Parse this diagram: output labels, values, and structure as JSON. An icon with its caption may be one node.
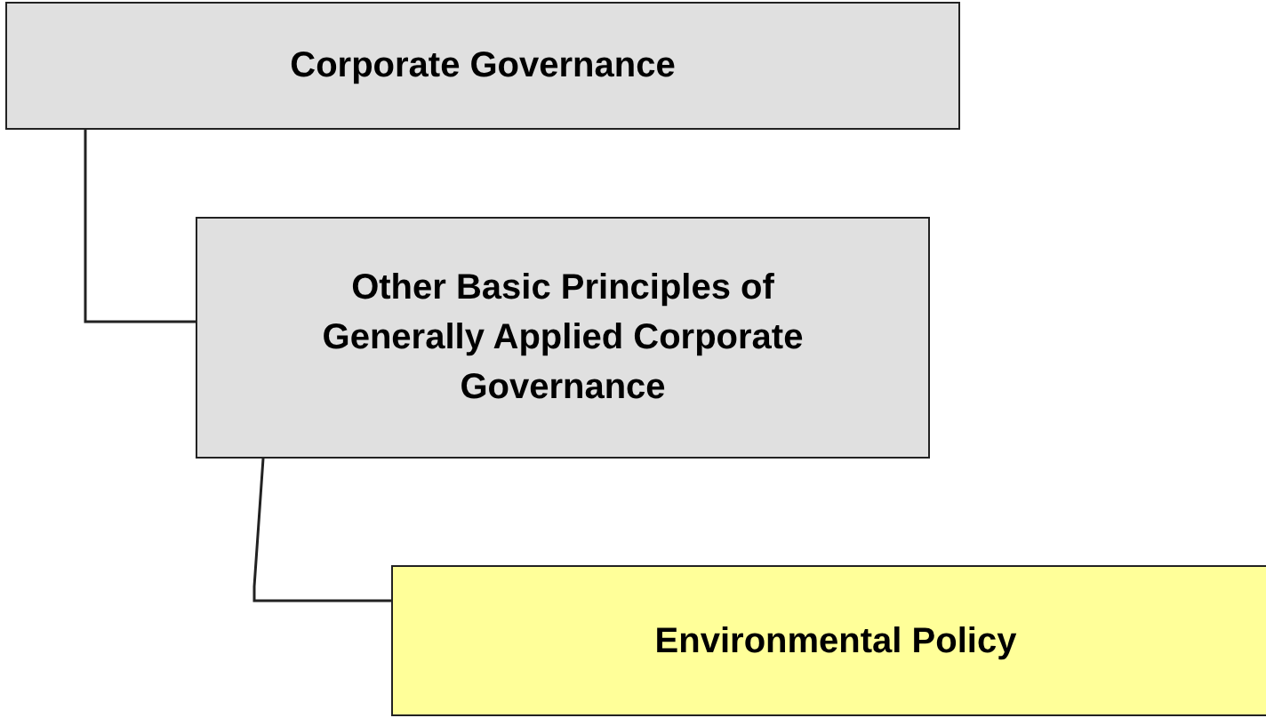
{
  "diagram": {
    "nodes": [
      {
        "text": [
          "Corporate Governance"
        ]
      },
      {
        "text": [
          "Other Basic Principles of Generally Applied Corporate Governance"
        ]
      },
      {
        "text": [
          "Environmental Policy"
        ]
      }
    ],
    "edges": [
      {
        "from": 0,
        "to": 1,
        "arrow": "none"
      },
      {
        "from": 1,
        "to": 2,
        "arrow": "none"
      }
    ]
  }
}
